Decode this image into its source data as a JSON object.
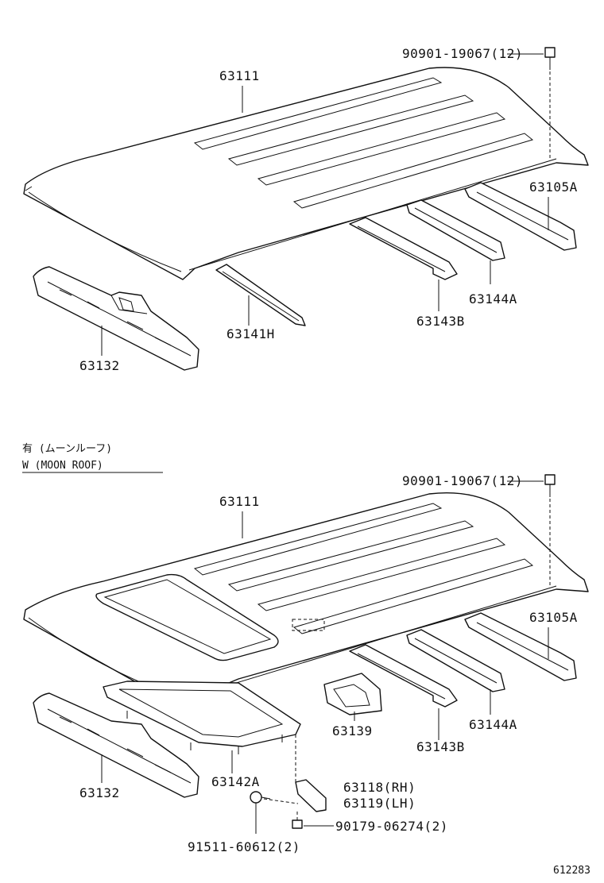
{
  "upper": {
    "labels": {
      "bolt": "90901-19067(12)",
      "roof_panel": "63111",
      "bow_rear": "63105A",
      "bow_a": "63144A",
      "bow_b": "63143B",
      "bow_h": "63141H",
      "front_header": "63132"
    }
  },
  "lower": {
    "note_jp": "有 (ムーンルーフ)",
    "note_en": "W (MOON ROOF)",
    "labels": {
      "bolt": "90901-19067(12)",
      "roof_panel": "63111",
      "bow_rear": "63105A",
      "bow_a": "63144A",
      "bow_b": "63143B",
      "reinforcement": "63139",
      "front_header": "63132",
      "sunroof_frame": "63142A",
      "bracket_rh": "63118(RH)",
      "bracket_lh": "63119(LH)",
      "nut": "90179-06274(2)",
      "screw": "91511-60612(2)"
    }
  },
  "diagram_code": "612283"
}
